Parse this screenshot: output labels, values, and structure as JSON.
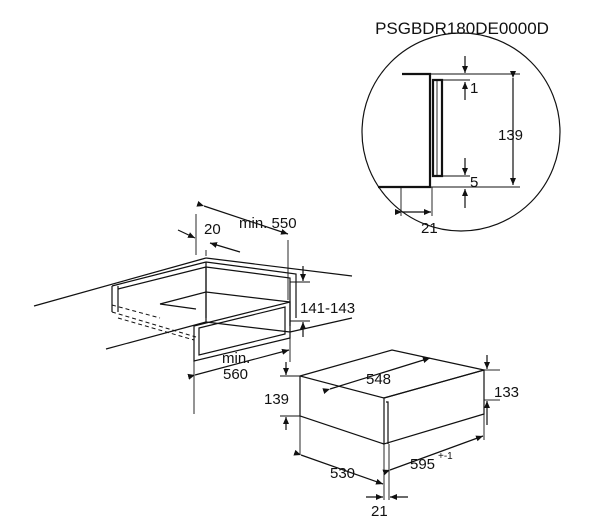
{
  "model_code": "PSGBDR180DE0000D",
  "detail": {
    "top_gap": "1",
    "height": "139",
    "bottom_gap": "5",
    "front_offset": "21"
  },
  "niche": {
    "depth_min": "min. 550",
    "front_frame": "20",
    "height_range": "141-143",
    "width_min_label": "min.",
    "width_min_value": "560"
  },
  "drawer": {
    "width": "548",
    "front_height": "133",
    "body_height": "139",
    "depth": "530",
    "overall_width": "595",
    "overall_width_tolerance": "+-1",
    "front_offset": "21"
  }
}
